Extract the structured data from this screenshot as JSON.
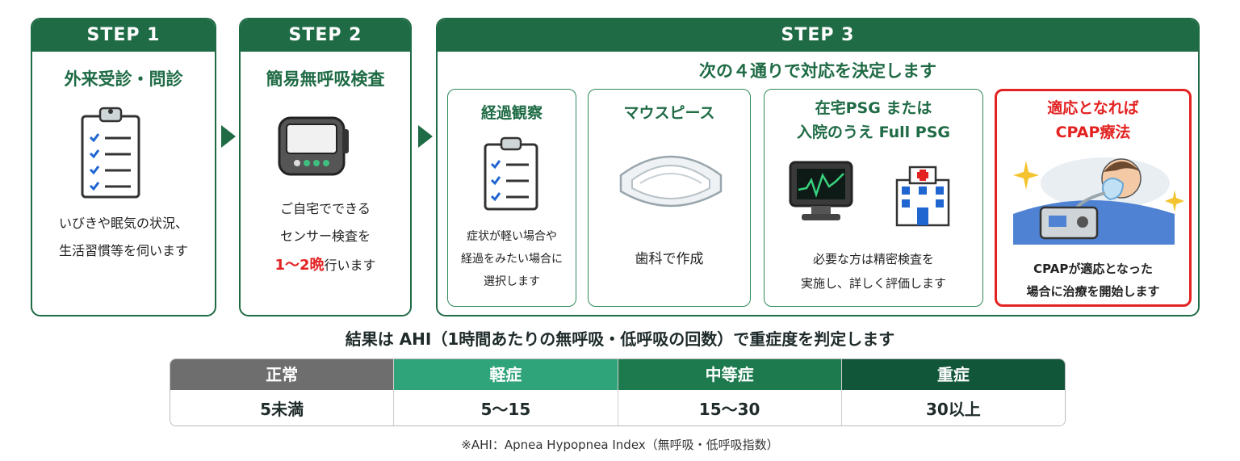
{
  "step1": {
    "header": "STEP 1",
    "title": "外来受診・問診",
    "lines": [
      "いびきや眠気の状況、",
      "生活習慣等を伺います"
    ]
  },
  "step2": {
    "header": "STEP 2",
    "title": "簡易無呼吸検査",
    "line1": "ご自宅でできる",
    "line2": "センサー検査を",
    "line3_highlight": "1～2晩",
    "line3_rest": "行います"
  },
  "step3": {
    "header": "STEP 3",
    "subtitle": "次の４通りで対応を決定します",
    "options": [
      {
        "title_lines": [
          "経過観察"
        ],
        "text_lines": [
          "症状が軽い場合や",
          "経過をみたい場合に",
          "選択します"
        ]
      },
      {
        "title_lines": [
          "マウスピース"
        ],
        "text_lines": [
          "歯科で作成"
        ]
      },
      {
        "title_lines": [
          "在宅PSG または",
          "入院のうえ Full PSG"
        ],
        "text_lines": [
          "必要な方は精密検査を",
          "実施し、詳しく評価します"
        ]
      },
      {
        "title_lines": [
          "適応となれば",
          "CPAP療法"
        ],
        "text_lines": [
          "CPAPが適応となった",
          "場合に治療を開始します"
        ]
      }
    ]
  },
  "result": {
    "title": "結果は AHI（1時間あたりの無呼吸・低呼吸の回数）で重症度を判定します",
    "columns": [
      {
        "label": "正常",
        "value": "5未満",
        "color": "#6e6e6e"
      },
      {
        "label": "軽症",
        "value": "5～15",
        "color": "#2fa37a"
      },
      {
        "label": "中等症",
        "value": "15～30",
        "color": "#1d7a4e"
      },
      {
        "label": "重症",
        "value": "30以上",
        "color": "#12563a"
      }
    ],
    "footnote": "※AHI：Apnea Hypopnea Index（無呼吸・低呼吸指数）"
  },
  "colors": {
    "primary": "#1f6b45",
    "accent_red": "#e32222"
  },
  "icons": [
    "clipboard-checklist-icon",
    "sleep-sensor-device-icon",
    "mouthpiece-icon",
    "monitor-graph-icon",
    "hospital-icon",
    "cpap-patient-icon",
    "sparkle-icon"
  ]
}
